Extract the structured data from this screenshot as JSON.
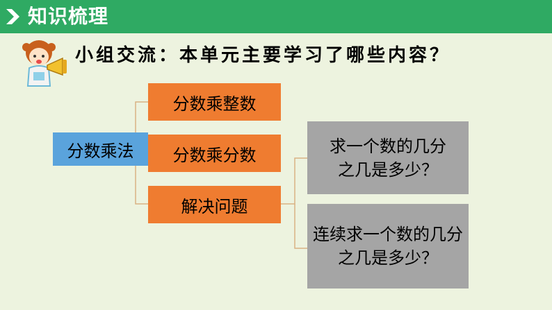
{
  "header": {
    "title": "知识梳理",
    "bg_color": "#2faa63"
  },
  "prompt": {
    "text": "小组交流：本单元主要学习了哪些内容？"
  },
  "tree": {
    "root": "分数乘法",
    "children": [
      "分数乘整数",
      "分数乘分数",
      "解决问题"
    ],
    "sub": [
      {
        "line1": "求一个数的几分",
        "line2": "之几是多少？"
      },
      {
        "line1": "连续求一个数的几分",
        "line2": "之几是多少？"
      }
    ]
  },
  "colors": {
    "root": "#5aa3dc",
    "child": "#ef7c30",
    "sub": "#a5a5a5",
    "background": "#edf3df"
  }
}
